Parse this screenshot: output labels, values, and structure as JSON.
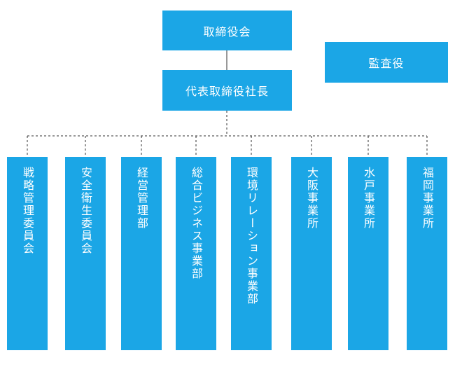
{
  "colors": {
    "box_fill": "#1ba6e6",
    "text": "#ffffff",
    "connector": "#333333"
  },
  "top": {
    "board": "取締役会",
    "president": "代表取締役社長",
    "auditor": "監査役"
  },
  "departments": [
    {
      "label": "戦略管理委員会"
    },
    {
      "label": "安全衛生委員会"
    },
    {
      "label": "経営管理部"
    },
    {
      "label": "総合ビジネス事業部"
    },
    {
      "label": "環境リレーション事業部"
    },
    {
      "label": "大阪事業所"
    },
    {
      "label": "水戸事業所"
    },
    {
      "label": "福岡事業所"
    }
  ]
}
